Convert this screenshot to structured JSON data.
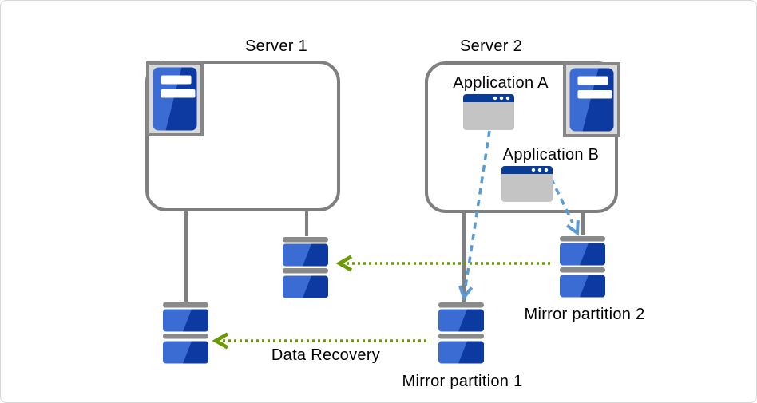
{
  "labels": {
    "server1": "Server 1",
    "server2": "Server 2",
    "application_a": "Application A",
    "application_b": "Application B",
    "mirror_partition_1": "Mirror partition 1",
    "mirror_partition_2": "Mirror partition 2",
    "data_recovery": "Data Recovery"
  },
  "icons": {
    "server_tower": "server-tower-icon (blue tower in gray frame)",
    "application_window": "application-window-icon (gray window, navy title bar, 3 dots)",
    "mirror_disk": "disk-partition-icon (two blue blocks with gray platter bars)"
  },
  "colors": {
    "canvas-border": "#d7d7d7",
    "box-border": "#7f7f7f",
    "blue-light": "#3a6cd3",
    "blue-dark": "#0c3aa0",
    "navy-titlebar": "#0a3c96",
    "window-body": "#c4c4c4",
    "icon-frame-fill": "#dadada",
    "icon-frame-border": "#868686",
    "disk-bar-gray": "#8a8a8a",
    "arrow-green": "#6a9b00",
    "arrow-blue": "#5b9bd5",
    "label-color": "#000000"
  }
}
